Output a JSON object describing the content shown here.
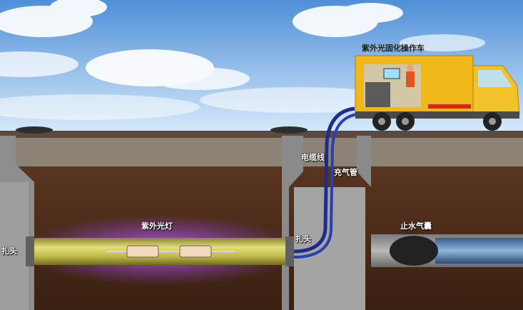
{
  "labels": {
    "truck": "紫外光固化操作车",
    "cable": "电缆线",
    "air_pipe": "充气管",
    "uv_lamp": "紫外光灯",
    "plug_right": "扎头",
    "plug_left": "扎头",
    "airbag": "止水气囊"
  },
  "colors": {
    "sky_top": "#4f8fd8",
    "sky_bottom": "#d9ecfa",
    "soil": "#4a2a17",
    "concrete": "#9a9a9a",
    "liner": "#c9c35a",
    "uv_glow": "#b04cff",
    "truck_body": "#f0b81a",
    "hose": "#1c2e8a"
  }
}
